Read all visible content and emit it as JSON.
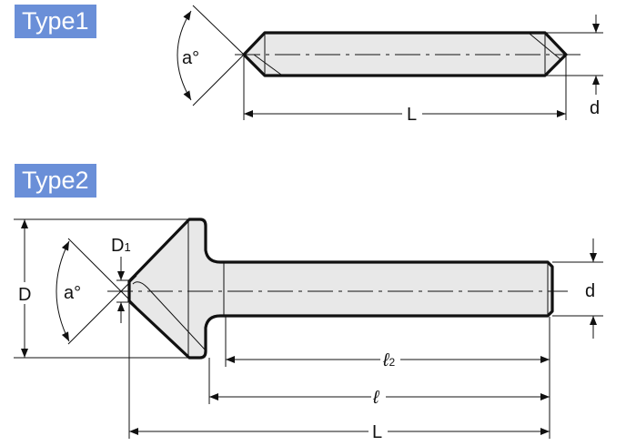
{
  "types": [
    {
      "label": "Type1",
      "dims": {
        "angle": "a°",
        "length": "L",
        "diameter": "d"
      }
    },
    {
      "label": "Type2",
      "dims": {
        "head_diameter": "D",
        "tip_diameter": "D",
        "tip_sub": "1",
        "angle": "a°",
        "shank_diameter": "d",
        "l2": "ℓ",
        "l2_sub": "2",
        "l": "ℓ",
        "length": "L"
      }
    }
  ],
  "colors": {
    "badge": "#6a8fd8",
    "fill": "#e8e8e8",
    "line": "#111111"
  }
}
